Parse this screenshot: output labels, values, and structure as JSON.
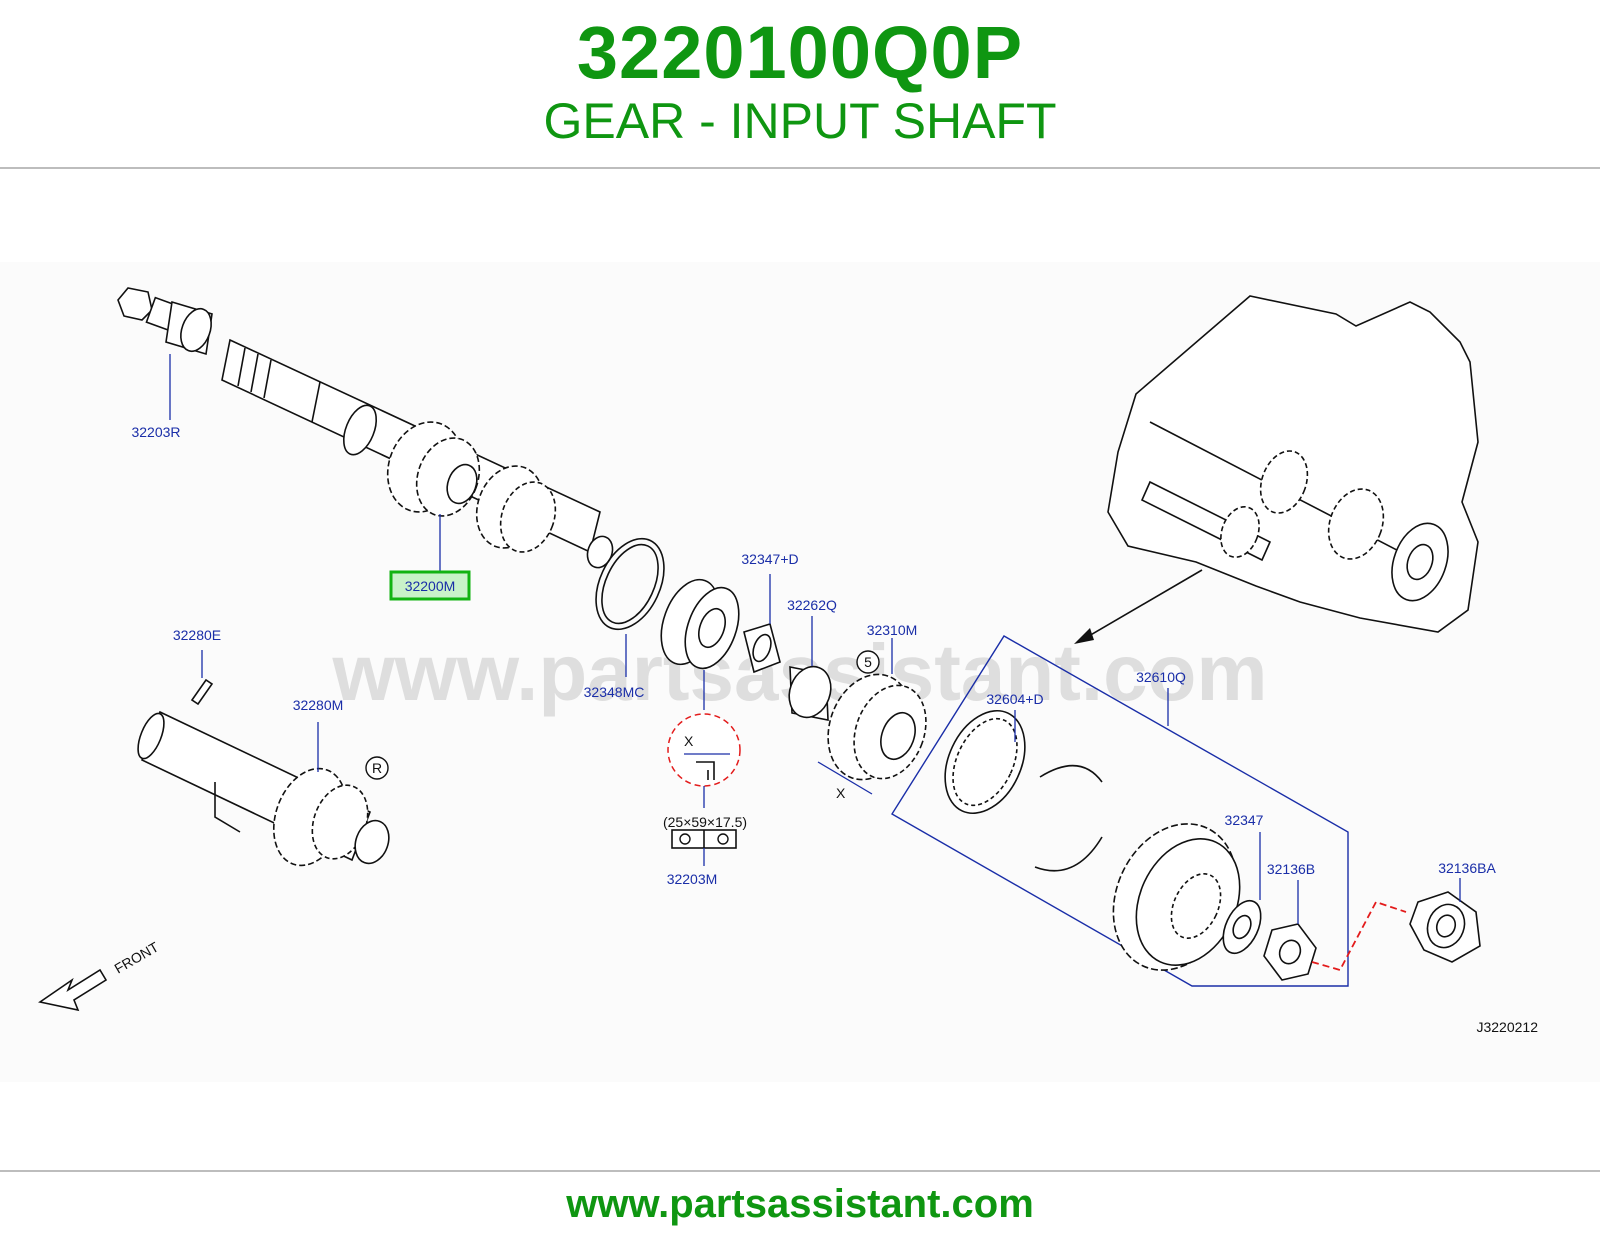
{
  "header": {
    "part_number": "3220100Q0P",
    "part_title": "GEAR - INPUT SHAFT"
  },
  "diagram": {
    "watermark": "www.partsassistant.com",
    "highlight_color": "#12b312",
    "callouts": {
      "c32203R": "32203R",
      "c32200M": "32200M",
      "c32280E": "32280E",
      "c32280M": "32280M",
      "c32348MC": "32348MC",
      "c32347D": "32347+D",
      "c32262Q": "32262Q",
      "c32310M": "32310M",
      "c32604D": "32604+D",
      "c32610Q": "32610Q",
      "c32347": "32347",
      "c32136B": "32136B",
      "c32136BA": "32136BA",
      "c32203M": "32203M"
    },
    "bearing_size": "(25×59×17.5)",
    "dimension_x": "X",
    "marker_5": "5",
    "marker_r": "R",
    "front_label": "FRONT",
    "diagram_code": "J3220212"
  },
  "footer": {
    "url": "www.partsassistant.com"
  }
}
